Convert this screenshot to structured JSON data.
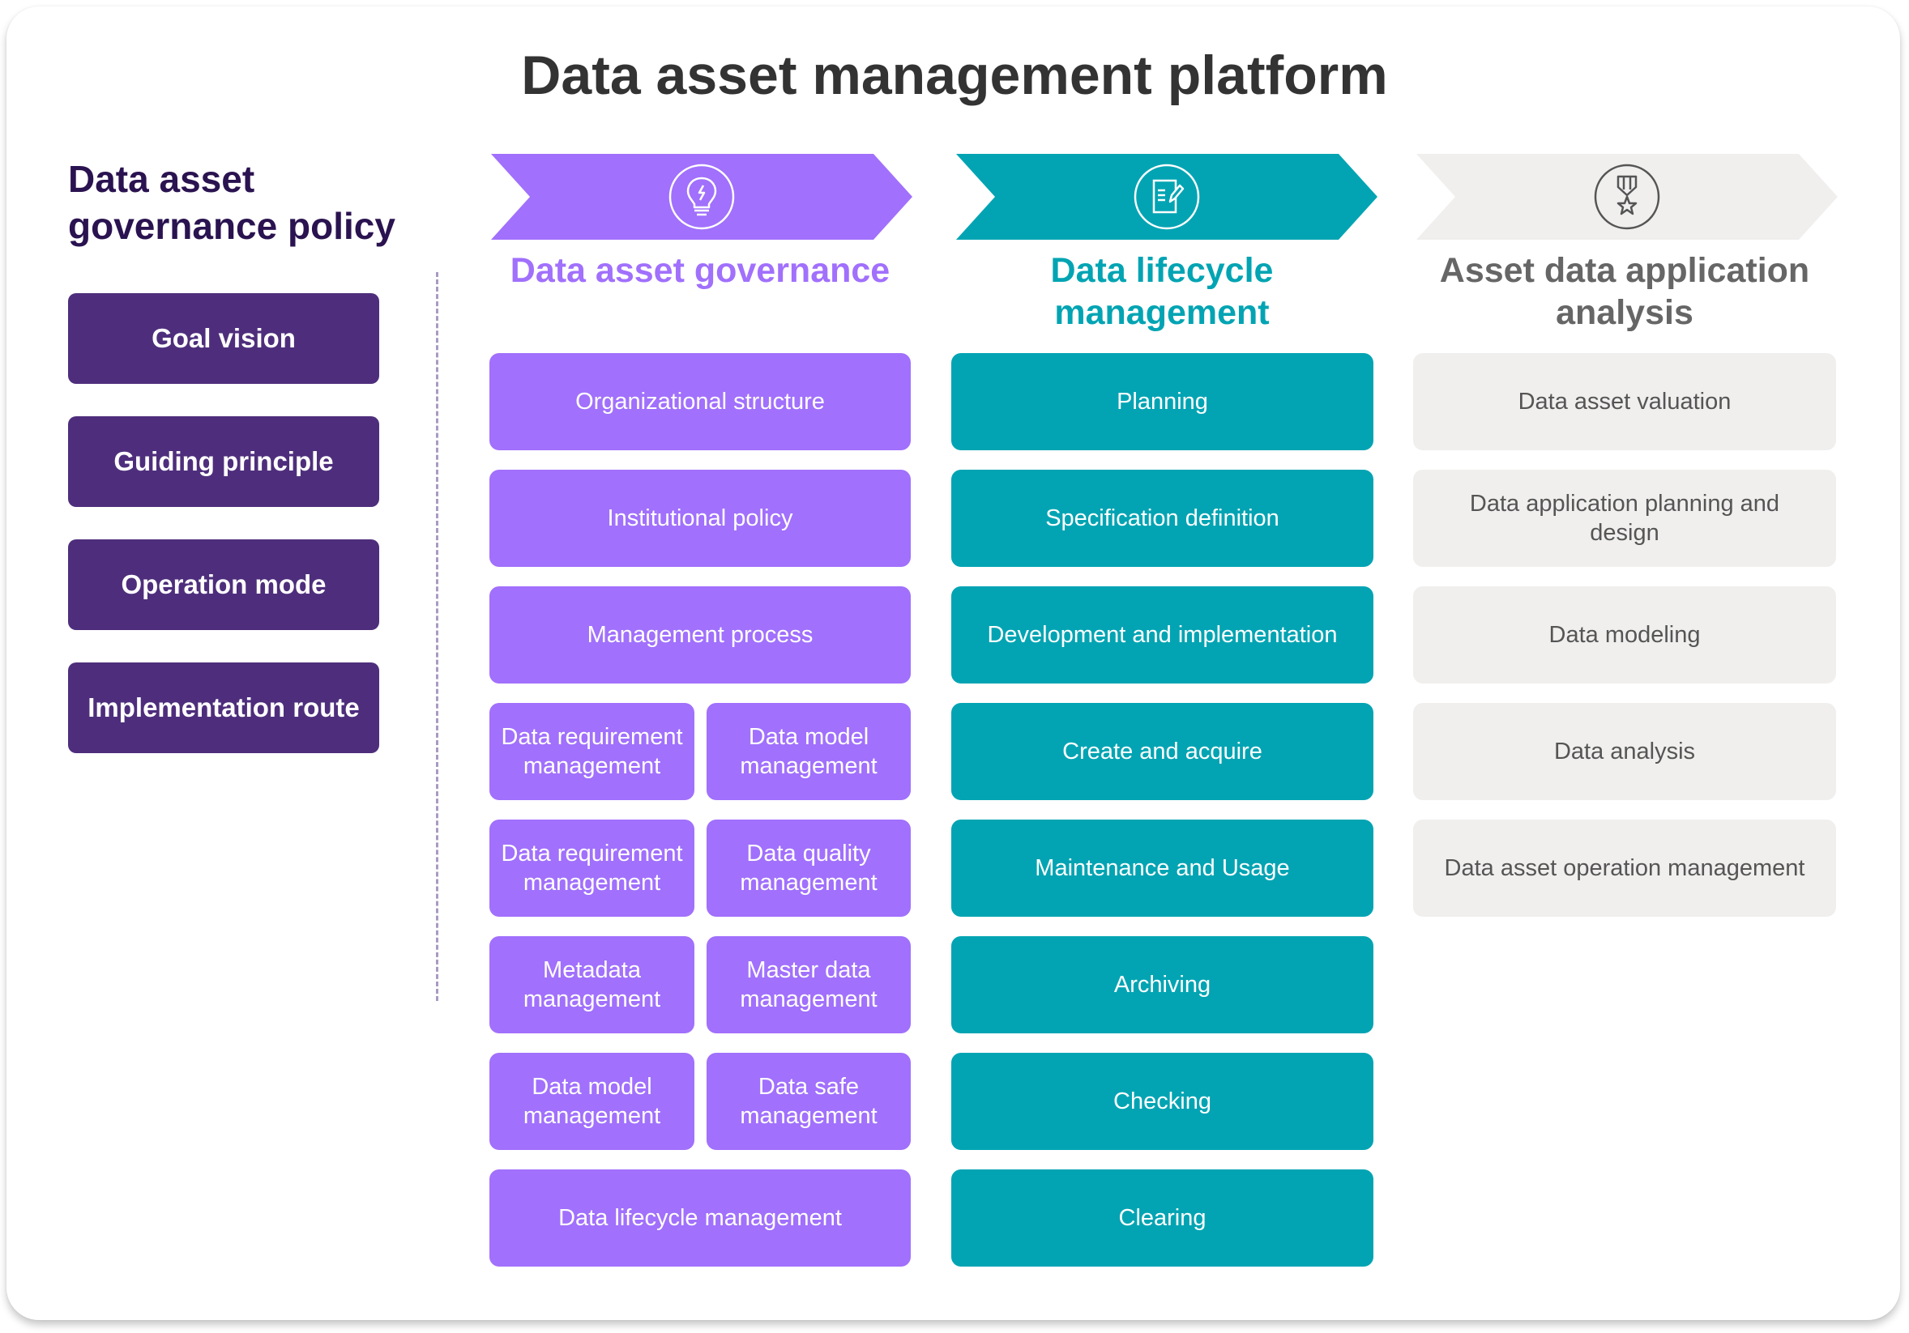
{
  "title": "Data asset management platform",
  "colors": {
    "policy_box": "#4E2E7C",
    "policy_heading": "#2A1350",
    "governance": "#A170FC",
    "lifecycle": "#02A4B3",
    "analysis_bg": "#F0EFEE",
    "analysis_text": "#666666",
    "divider": "#A79BC2"
  },
  "policy": {
    "heading": "Data asset governance policy",
    "items": [
      "Goal vision",
      "Guiding principle",
      "Operation mode",
      "Implementation route"
    ]
  },
  "columns": [
    {
      "id": "governance",
      "icon": "lightbulb-icon",
      "title": "Data asset governance",
      "rows": [
        [
          "Organizational structure"
        ],
        [
          "Institutional policy"
        ],
        [
          "Management process"
        ],
        [
          "Data requirement management",
          "Data model management"
        ],
        [
          "Data requirement management",
          "Data quality management"
        ],
        [
          "Metadata management",
          "Master data management"
        ],
        [
          "Data model management",
          "Data safe management"
        ],
        [
          "Data lifecycle management"
        ]
      ]
    },
    {
      "id": "lifecycle",
      "icon": "document-edit-icon",
      "title": "Data lifecycle management",
      "rows": [
        [
          "Planning"
        ],
        [
          "Specification definition"
        ],
        [
          "Development and implementation"
        ],
        [
          "Create and acquire"
        ],
        [
          "Maintenance and Usage"
        ],
        [
          "Archiving"
        ],
        [
          "Checking"
        ],
        [
          "Clearing"
        ]
      ]
    },
    {
      "id": "analysis",
      "icon": "medal-icon",
      "title": "Asset data application analysis",
      "rows": [
        [
          "Data asset valuation"
        ],
        [
          "Data application planning and design"
        ],
        [
          "Data modeling"
        ],
        [
          "Data analysis"
        ],
        [
          "Data asset operation management"
        ]
      ]
    }
  ]
}
